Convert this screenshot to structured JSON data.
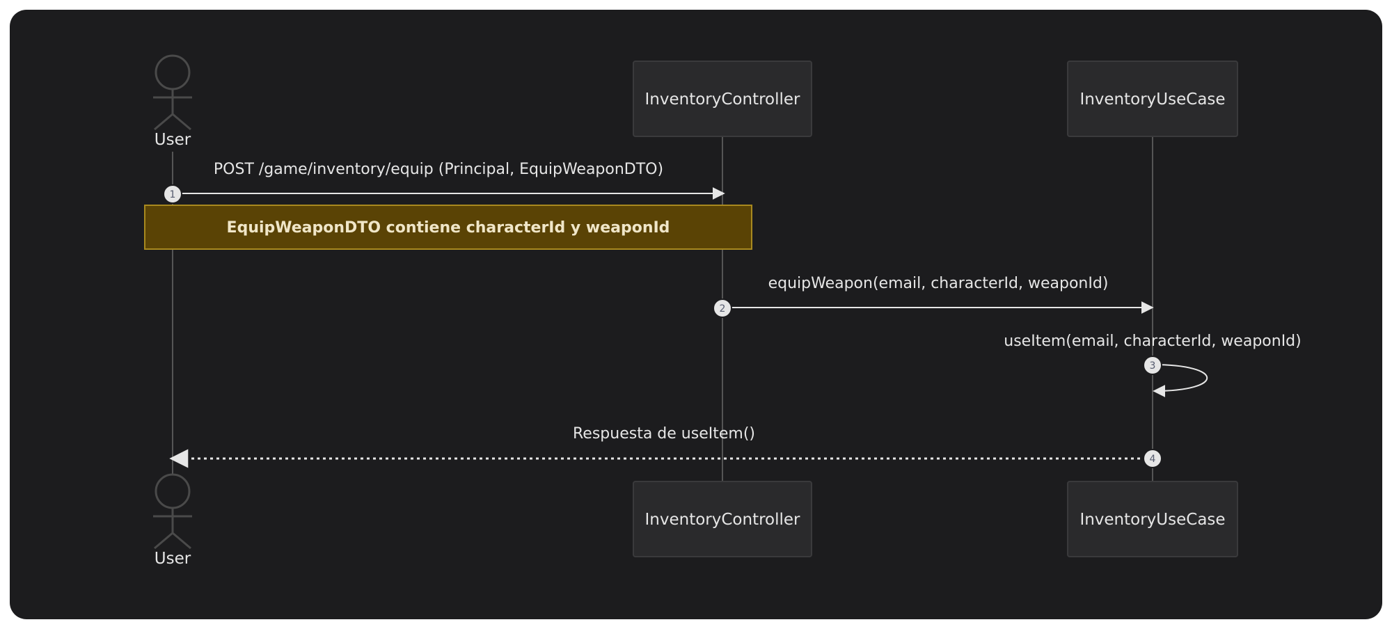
{
  "participants": {
    "user": "User",
    "controller": "InventoryController",
    "usecase": "InventoryUseCase"
  },
  "messages": [
    {
      "number": "1",
      "text": "POST /game/inventory/equip (Principal, EquipWeaponDTO)"
    },
    {
      "number": "2",
      "text": "equipWeapon(email, characterId, weaponId)"
    },
    {
      "number": "3",
      "text": "useItem(email, characterId, weaponId)"
    },
    {
      "number": "4",
      "text": "Respuesta de useItem()"
    }
  ],
  "note": {
    "text": "EquipWeaponDTO contiene characterId y weaponId"
  },
  "colors": {
    "background": "#1c1c1e",
    "participant_box": "#2a2a2c",
    "participant_border": "#3a3a3c",
    "lifeline": "#555555",
    "arrow": "#e6e6e6",
    "text": "#e6e6e6",
    "note_fill": "#5a4305",
    "note_border": "#a8891f",
    "note_text": "#f0e6c8",
    "badge_fill": "#e6e6e6",
    "badge_text": "#555b6e",
    "actor": "#4a4a4a"
  }
}
